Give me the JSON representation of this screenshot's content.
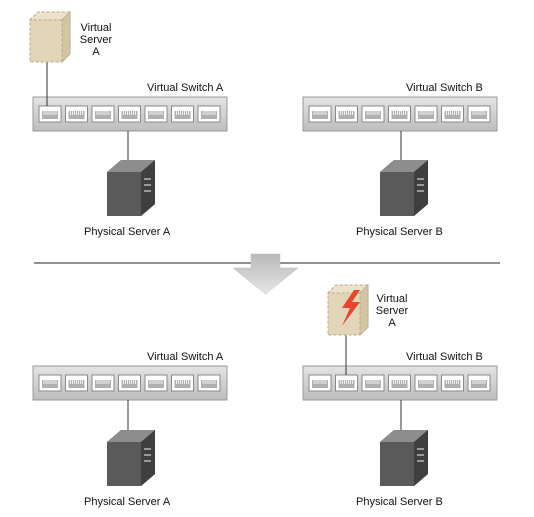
{
  "before": {
    "virtual_server_label": "Virtual\nServer\nA",
    "switch_a_label": "Virtual Switch A",
    "switch_b_label": "Virtual Switch B",
    "server_a_label": "Physical Server A",
    "server_b_label": "Physical Server B"
  },
  "after": {
    "virtual_server_label": "Virtual\nServer\nA",
    "switch_a_label": "Virtual Switch A",
    "switch_b_label": "Virtual Switch B",
    "server_a_label": "Physical Server A",
    "server_b_label": "Physical Server B"
  },
  "colors": {
    "switch_body": "#d6d6d6",
    "port": "#ffffff",
    "server_body": "#5a5a5a",
    "virtual_server": "#e2d5b8",
    "lightning": "#e8452c",
    "arrow": "#c9c9c9"
  }
}
